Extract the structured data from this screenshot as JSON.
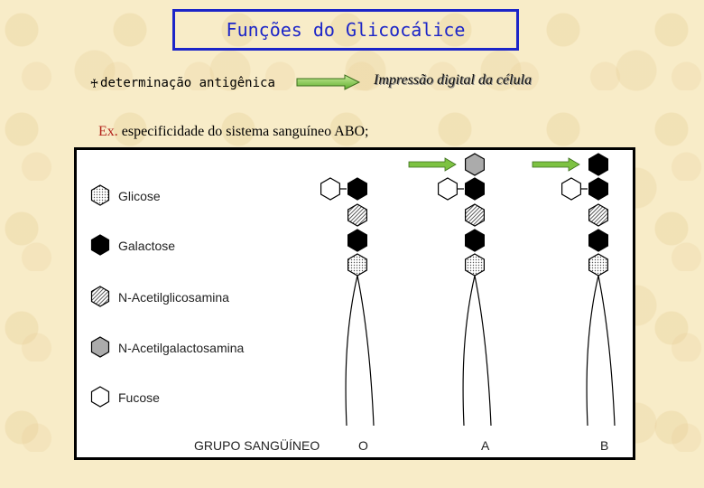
{
  "title": "Funções do Glicocálice",
  "bullet": {
    "icon": "cross-bullet-icon",
    "text": "determinação antigênica"
  },
  "arrow": {
    "icon": "green-arrow-icon",
    "color": "#7dc242"
  },
  "fingerprint_text": "Impressão digital da célula",
  "example": {
    "label": "Ex.",
    "text": " especificidade do sistema sanguíneo ABO;"
  },
  "figure": {
    "legend": [
      {
        "label": "Glicose",
        "icon": "glucose-icon"
      },
      {
        "label": "Galactose",
        "icon": "galactose-icon"
      },
      {
        "label": "N-Acetilglicosamina",
        "icon": "n-acetylglucosamine-icon"
      },
      {
        "label": "N-Acetilgalactosamina",
        "icon": "n-acetylgalactosamine-icon"
      },
      {
        "label": "Fucose",
        "icon": "fucose-icon"
      }
    ],
    "group_label": "GRUPO SANGÜÍNEO",
    "groups": [
      "O",
      "A",
      "B"
    ]
  },
  "colors": {
    "title_blue": "#1c25c8",
    "example_red": "#b3221a",
    "arrow_green": "#7dc242"
  }
}
